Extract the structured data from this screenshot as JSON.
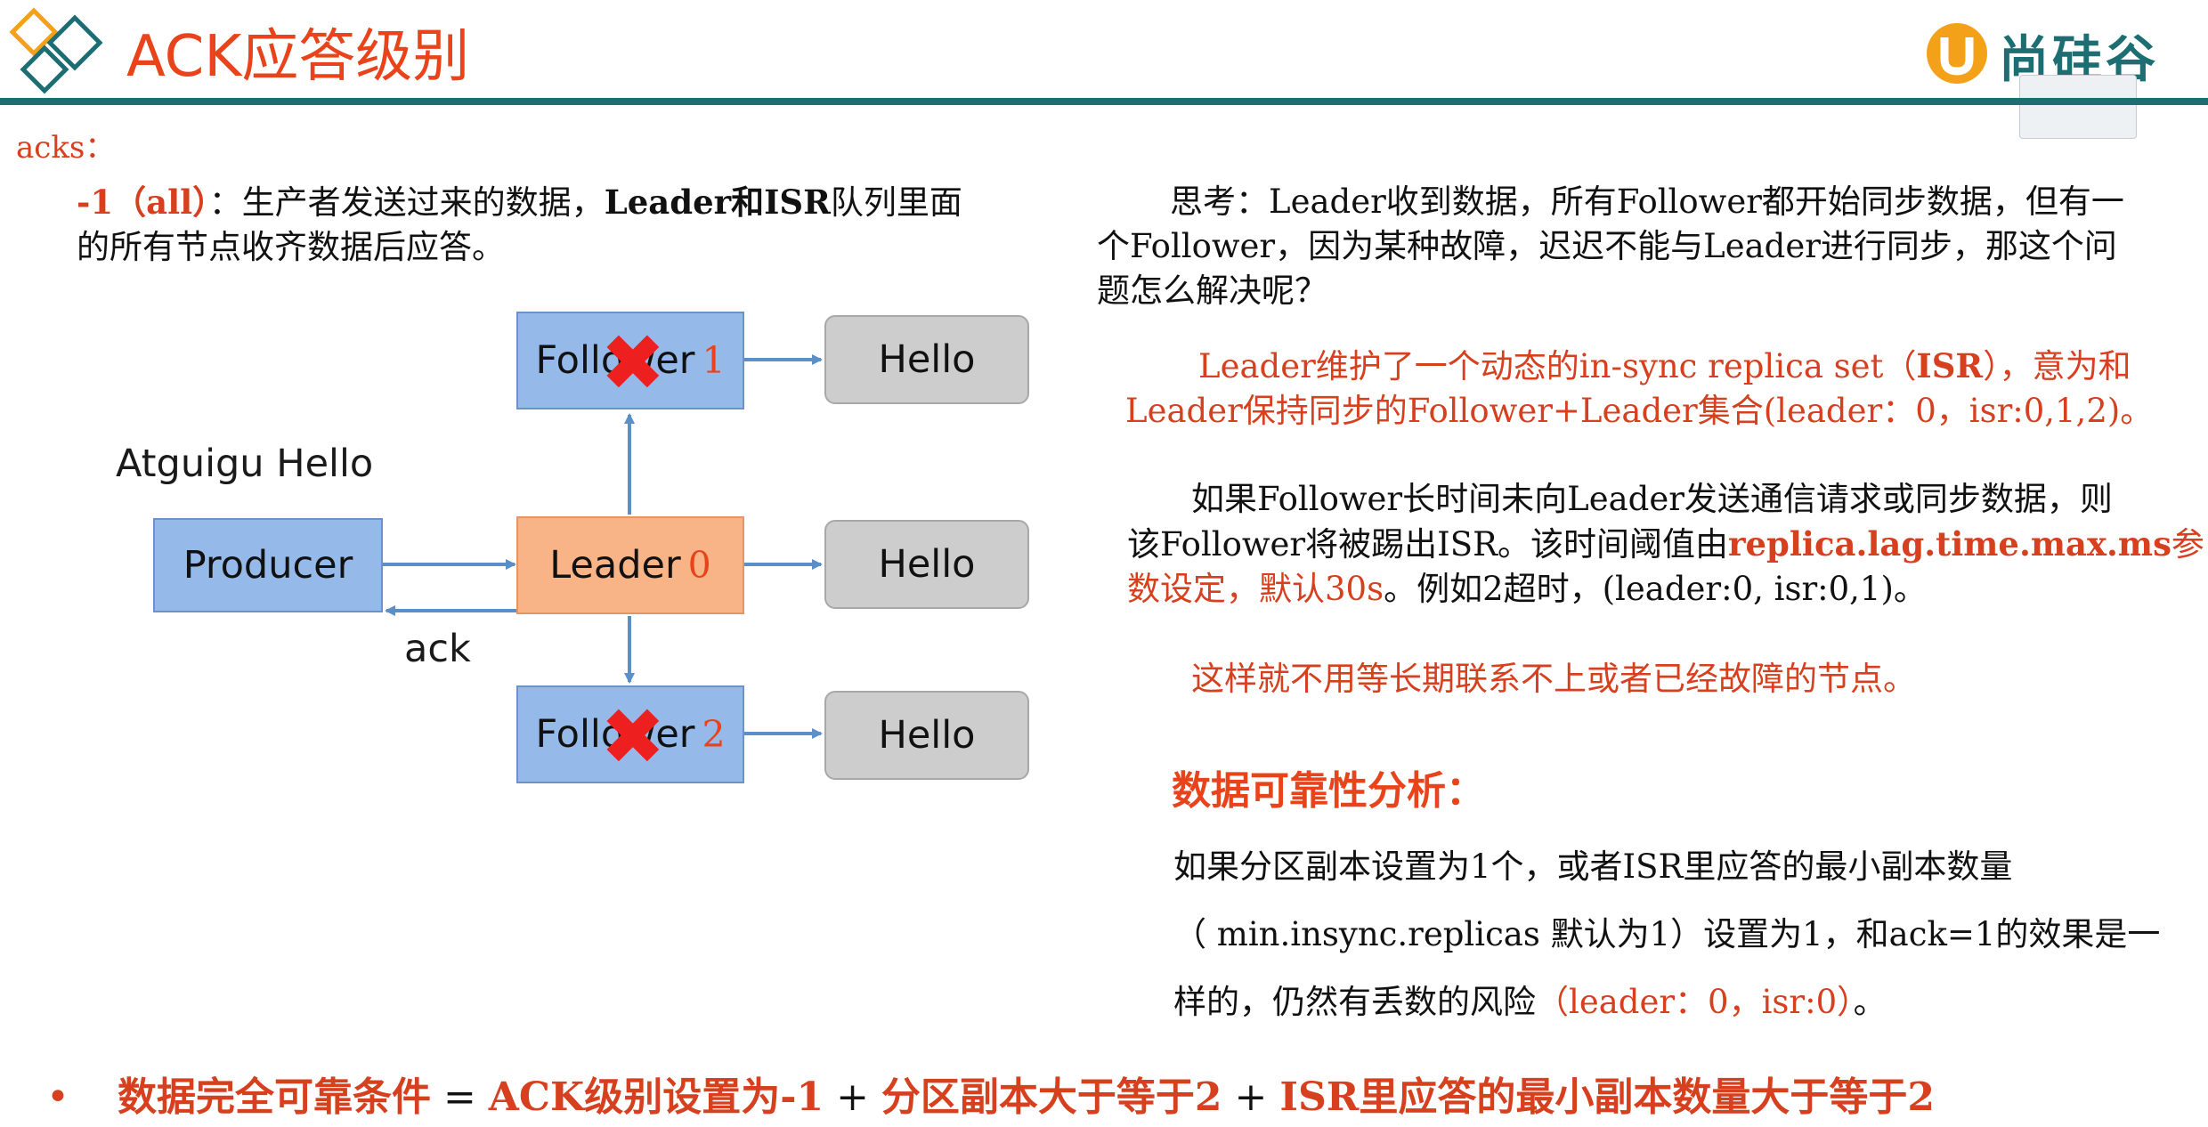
{
  "header": {
    "title": "ACK应答级别",
    "brand": "尚硅谷"
  },
  "acks_label": "acks：",
  "left_desc": {
    "prefix": "-1（all）",
    "text_a": "：生产者发送过来的数据，",
    "bold_text": "Leader和ISR",
    "text_b": "队列里面",
    "line2": "的所有节点收齐数据后应答。"
  },
  "diagram": {
    "producer_caption": "Atguigu Hello",
    "producer": "Producer",
    "leader": "Leader",
    "leader_num": "0",
    "follower1_label": "Follower",
    "follower1_num": "1",
    "follower2_label": "Follower",
    "follower2_num": "2",
    "hello": "Hello",
    "ack": "ack",
    "x_mark": "✖"
  },
  "think": {
    "line1": "思考：Leader收到数据，所有Follower都开始同步数据，但有一",
    "line2": "个Follower，因为某种故障，迟迟不能与Leader进行同步，那这个问",
    "line3": "题怎么解决呢？"
  },
  "isr": {
    "line1_a": "Leader维护了一个动态的in-sync replica set（",
    "line1_b": "ISR",
    "line1_c": "），意为和",
    "line2": "Leader保持同步的Follower+Leader集合(leader：0，isr:0,1,2)。"
  },
  "timeout": {
    "line1": "如果Follower长时间未向Leader发送通信请求或同步数据，则",
    "line2_a": "该Follower将被踢出ISR。该时间阈值由",
    "line2_b": "replica.lag.time.max.ms",
    "line2_c": "参",
    "line3_a": "数设定，默认30s",
    "line3_b": "。例如2超时，(leader:0, isr:0,1)。"
  },
  "note": "这样就不用等长期联系不上或者已经故障的节点。",
  "reliability": {
    "title": "数据可靠性分析：",
    "line1": "如果分区副本设置为1个，或者ISR里应答的最小副本数量",
    "line2": "（ min.insync.replicas 默认为1）设置为1，和ack=1的效果是一",
    "line3_a": "样的，仍然有丢数的风险",
    "line3_b": "（leader：0，isr:0）",
    "line3_c": "。"
  },
  "conclusion": {
    "bullet": "•",
    "bold_label": "数据完全可靠条件",
    "eq": " = ",
    "part1": "ACK级别设置为-1",
    "plus1": " + ",
    "part2": "分区副本大于等于2",
    "plus2": " + ",
    "part3": "ISR里应答的最小副本数量大于等于2"
  }
}
